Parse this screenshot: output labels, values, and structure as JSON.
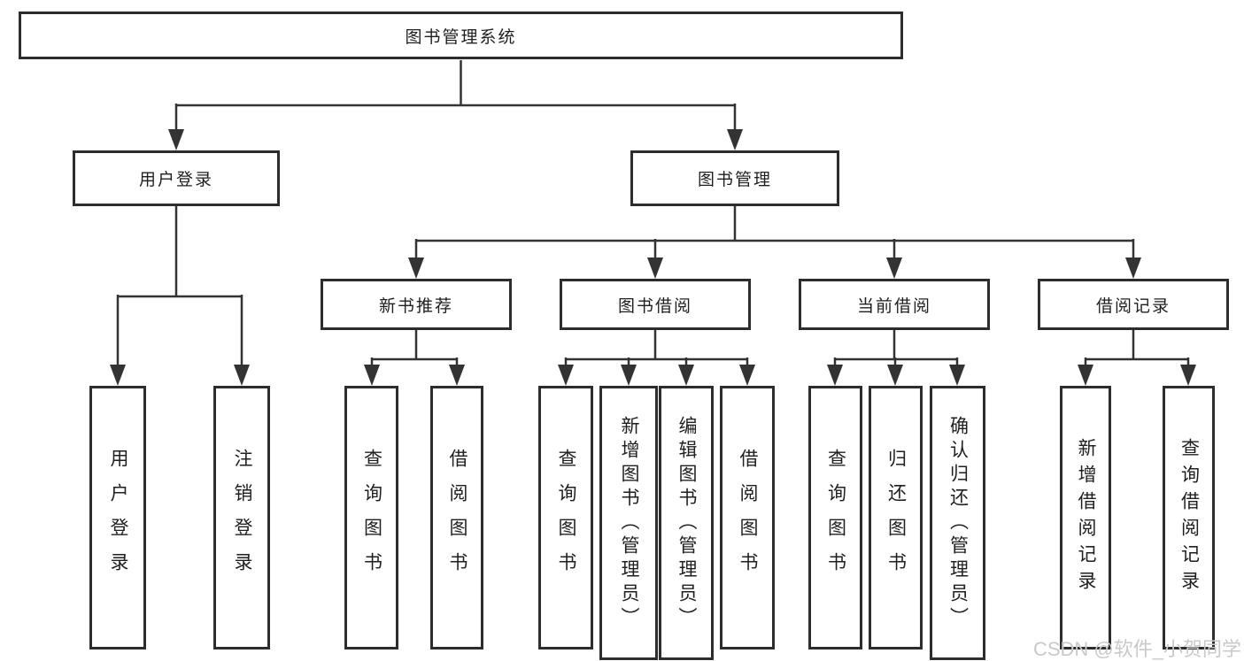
{
  "nodes": {
    "root": "图书管理系统",
    "login": "用户登录",
    "manage": "图书管理",
    "login_leaves": [
      "用户登录",
      "注销登录"
    ],
    "manage_groups": [
      {
        "label": "新书推荐",
        "leaves": [
          "查询图书",
          "借阅图书"
        ]
      },
      {
        "label": "图书借阅",
        "leaves": [
          "查询图书",
          "新增图书（管理员）",
          "编辑图书（管理员）",
          "借阅图书"
        ]
      },
      {
        "label": "当前借阅",
        "leaves": [
          "查询图书",
          "归还图书",
          "确认归还（管理员）"
        ]
      },
      {
        "label": "借阅记录",
        "leaves": [
          "新增借阅记录",
          "查询借阅记录"
        ]
      }
    ]
  },
  "watermark": "CSDN @软件_小贺同学",
  "colors": {
    "line": "#333333",
    "box_border": "#2d2d2d",
    "text": "#1f1f1f",
    "background": "#ffffff",
    "watermark": "#c9c9c9"
  }
}
